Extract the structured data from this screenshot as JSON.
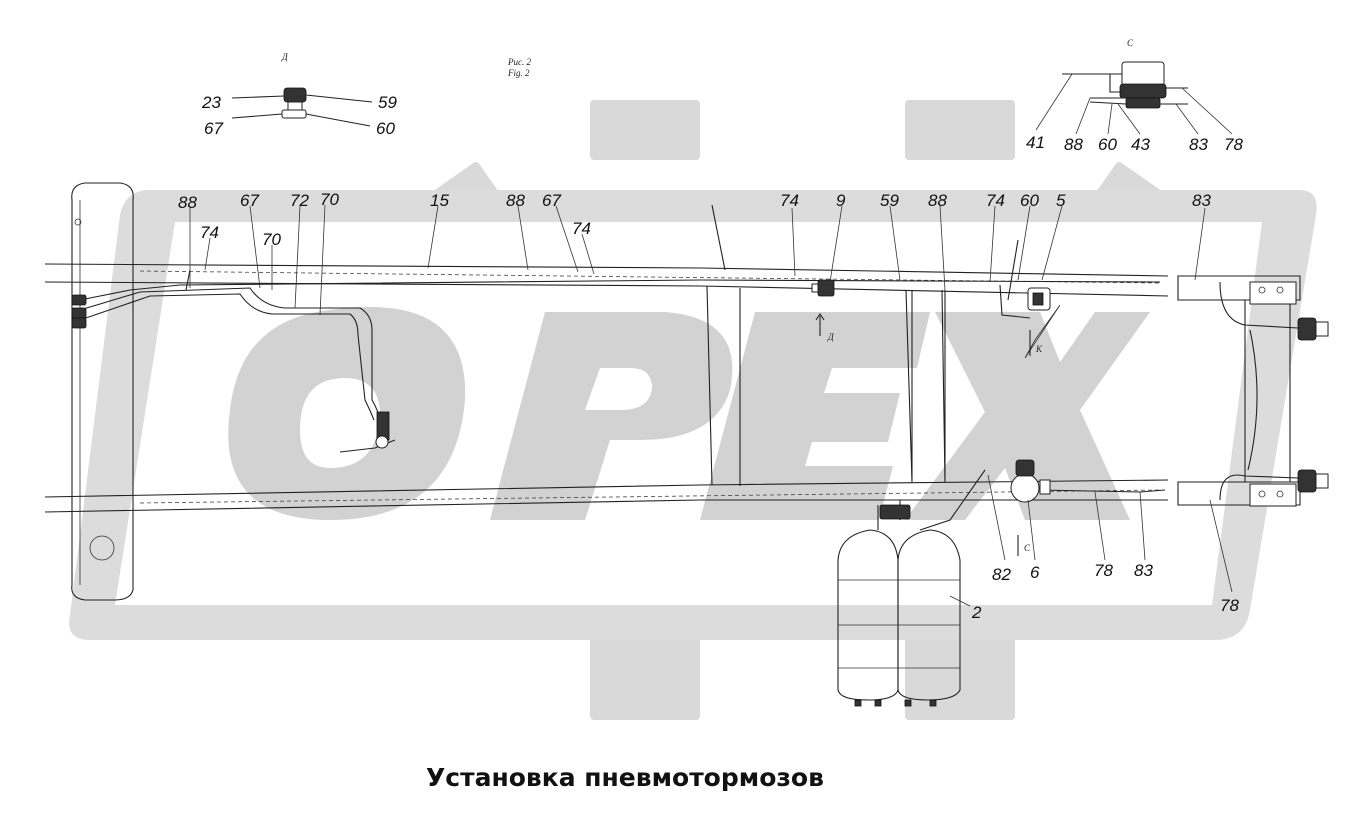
{
  "watermark": {
    "text": "OPEX",
    "color": "#d6d6d6"
  },
  "title": "Установка пневмотормозов",
  "views": {
    "d": {
      "letter": "Д",
      "labels": [
        "23",
        "59",
        "67",
        "60"
      ]
    },
    "c": {
      "letter": "С",
      "labels": [
        "41",
        "88",
        "60",
        "43",
        "83",
        "78"
      ]
    }
  },
  "fig_note": {
    "line1": "Рис. 2",
    "line2": "Fig. 2"
  },
  "main_labels": [
    "88",
    "74",
    "67",
    "72",
    "70",
    "70",
    "15",
    "88",
    "67",
    "74",
    "74",
    "9",
    "59",
    "88",
    "74",
    "60",
    "5",
    "83",
    "82",
    "6",
    "78",
    "83",
    "78",
    "2"
  ],
  "section_marks": {
    "d": "Д",
    "k": "К",
    "c": "С"
  }
}
